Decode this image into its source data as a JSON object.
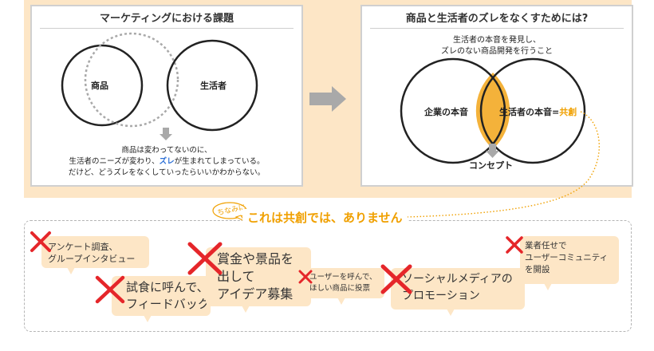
{
  "left_panel": {
    "title": "マーケティングにおける課題",
    "circle_left": "商品",
    "circle_right": "生活者",
    "caption_line1": "商品は変わってないのに、",
    "caption_line2_a": "生活者のニーズが変わり、",
    "caption_line2_hl": "ズレ",
    "caption_line2_b": "が生まれてしまっている。",
    "caption_line3": "だけど、どうズレをなくしていったらいいかわからない。"
  },
  "right_panel": {
    "title": "商品と生活者のズレをなくすためには?",
    "subtitle_line1": "生活者の本音を発見し、",
    "subtitle_line2": "ズレのない商品開発を行うこと",
    "circle_left": "企業の本音",
    "circle_right_a": "生活者の本音=",
    "circle_right_hl": "共創",
    "result": "コンセプト"
  },
  "bottom": {
    "aside": "ちなみに",
    "heading": "これは共創では、ありません",
    "bubbles": [
      {
        "line1": "アンケート調査、",
        "line2": "グループインタビュー"
      },
      {
        "line1": "試食に呼んで、",
        "line2": "フィードバック"
      },
      {
        "line1": "賞金や景品を",
        "line2": "出して",
        "line3": "アイデア募集"
      },
      {
        "line1": "ユーザーを呼んで、",
        "line2": "ほしい商品に投票"
      },
      {
        "line1": "ソーシャルメディアの",
        "line2": "プロモーション"
      },
      {
        "line1": "業者任せで",
        "line2": "ユーザーコミュニティ",
        "line3": "を開設"
      }
    ]
  },
  "colors": {
    "accent_orange": "#f0a000",
    "highlight_blue": "#2c6fd6",
    "band_bg": "#fde6c6",
    "x_mark": "#e5262a",
    "arrow_gray": "#a9a9a9"
  }
}
